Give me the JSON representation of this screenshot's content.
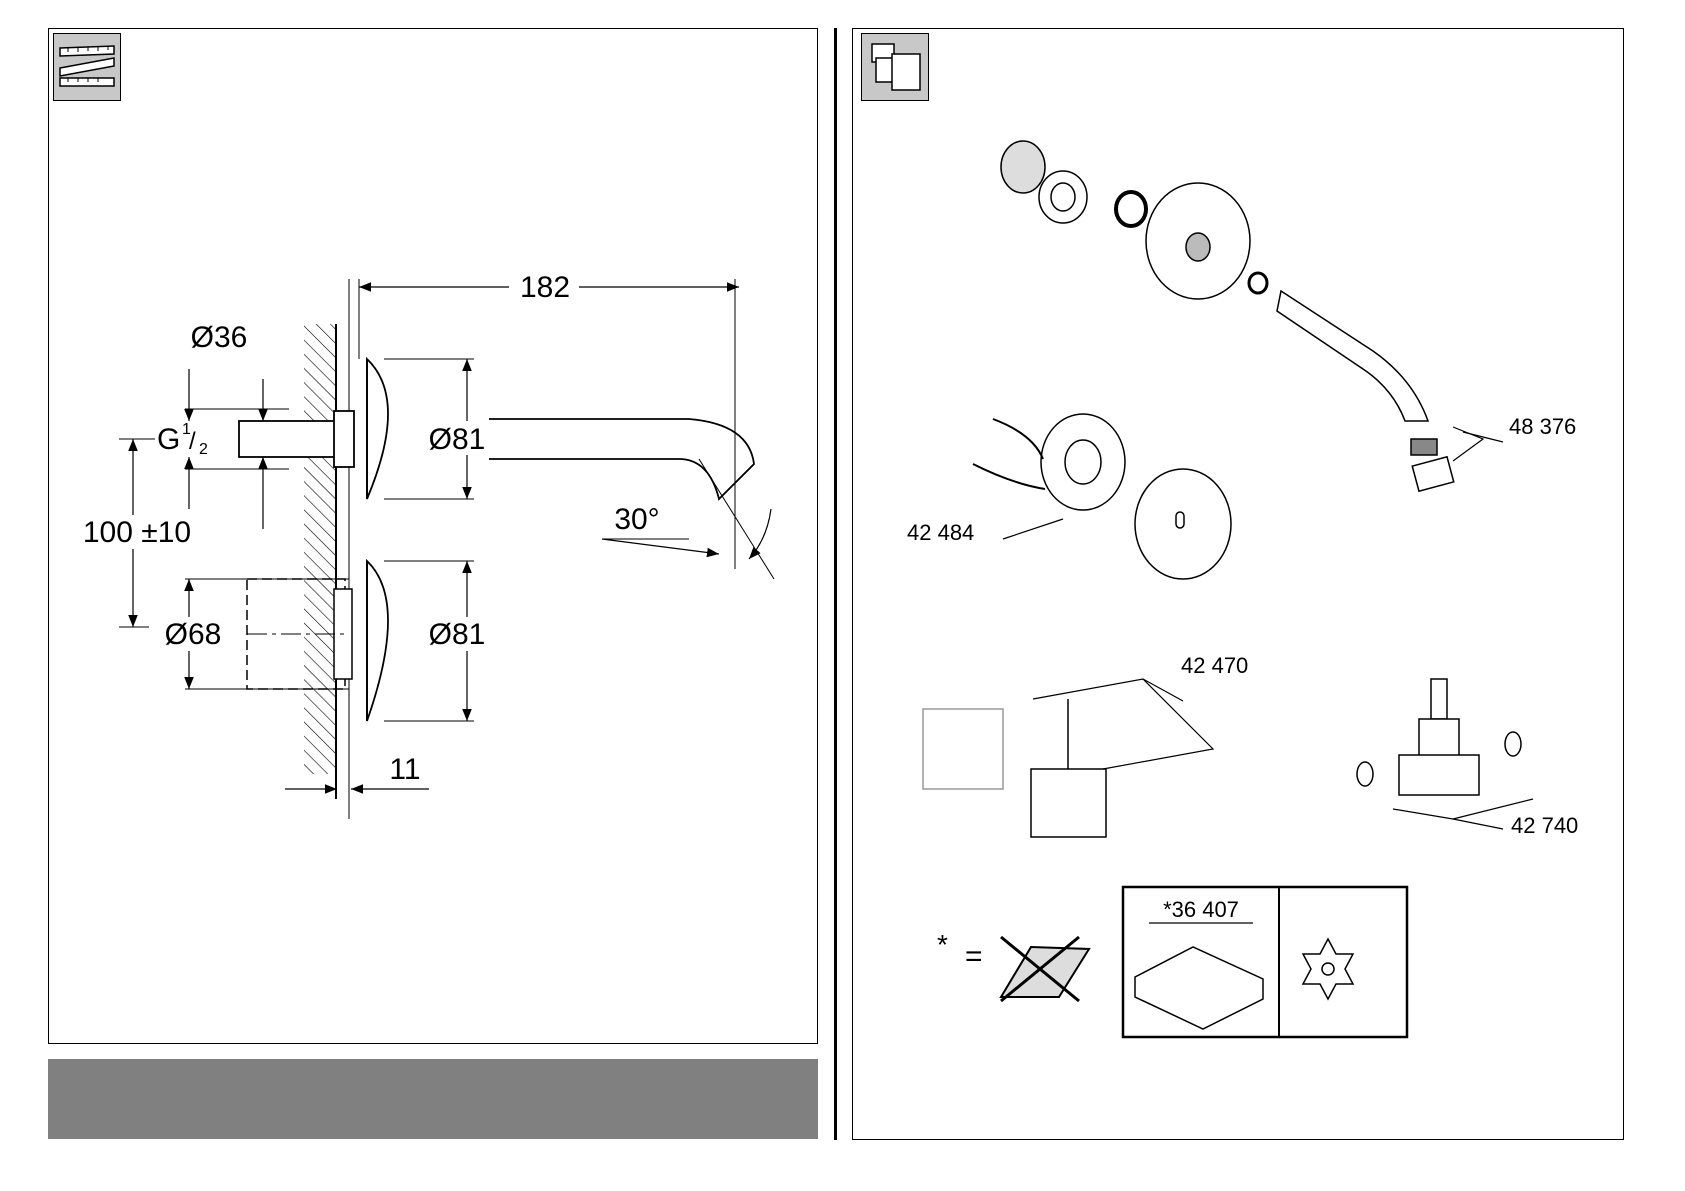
{
  "left_panel": {
    "icon": "measuring-ruler-icon",
    "dimensions": {
      "length": "182",
      "pipe_diameter": "Ø36",
      "thread": "G",
      "thread_num": "1",
      "thread_den": "2",
      "rosette_top": "Ø81",
      "rosette_bottom": "Ø81",
      "body": "Ø68",
      "spacing": "100 ±10",
      "angle": "30°",
      "depth": "11"
    }
  },
  "right_panel": {
    "icon": "spare-parts-icon",
    "parts": {
      "aerator": "48 376",
      "sensor": "42 484",
      "box": "42 470",
      "valve": "42 740",
      "remote": "*36 407"
    },
    "legend": {
      "asterisk": "*",
      "equals": "="
    }
  },
  "colors": {
    "background": "#ffffff",
    "bar": "#808080",
    "icon_bg": "#c8c8c8"
  }
}
